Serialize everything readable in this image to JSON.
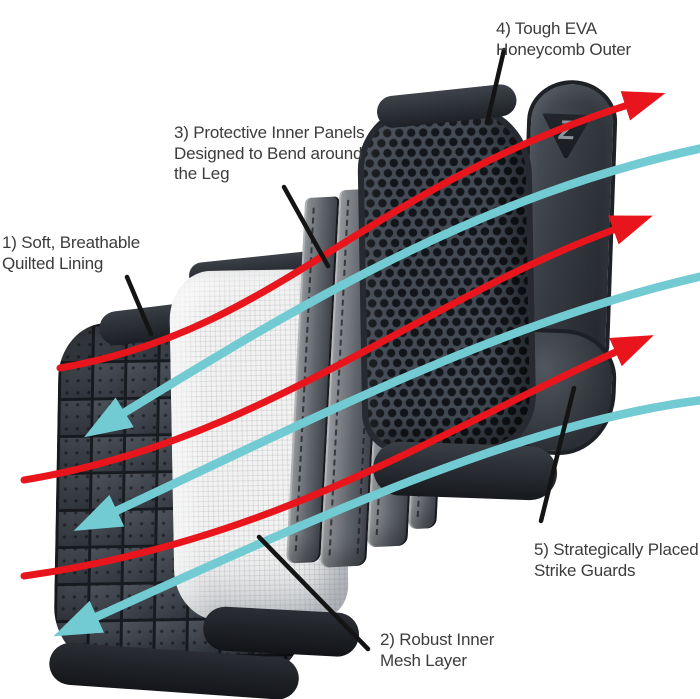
{
  "diagram": {
    "background_color": "#ffffff",
    "annotations": {
      "quilted_lining": "1) Soft, Breathable\nQuilted Lining",
      "mesh_layer": "2) Robust Inner\nMesh Layer",
      "inner_panels": "3) Protective Inner Panels\nDesigned to Bend around\nthe Leg",
      "honeycomb_outer": "4) Tough EVA\nHoneycomb Outer",
      "strike_guards": "5) Strategically Placed\nStrike Guards"
    },
    "logo": {
      "letter": "Z"
    },
    "airflow": {
      "warm_arrows": {
        "color": "#e8151d",
        "direction": "right",
        "count": 3
      },
      "cool_arrows": {
        "color": "#72cbd2",
        "direction": "left",
        "count": 3
      }
    },
    "colors": {
      "annotation_line": "#141414",
      "label_text": "#3c3c3c",
      "dark_shell": "#343a43",
      "panel_gray": "#6c7077",
      "mesh_white": "#f2f2f2"
    }
  }
}
